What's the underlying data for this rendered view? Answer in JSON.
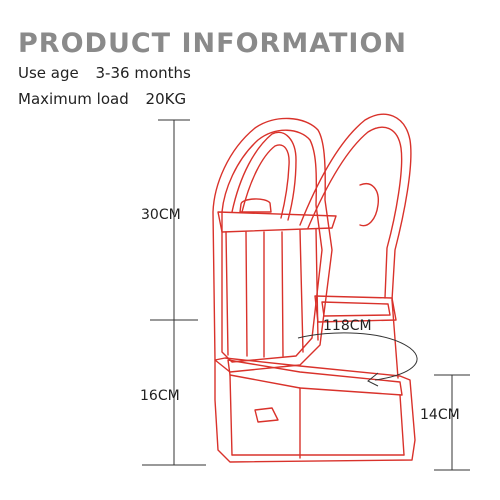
{
  "title": "PRODUCT INFORMATION",
  "specs": [
    {
      "label": "Use age",
      "value": "3-36 months"
    },
    {
      "label": "Maximum load",
      "value": "20KG"
    }
  ],
  "dimensions": {
    "height_upper": "30CM",
    "height_lower": "16CM",
    "waist": "118CM",
    "seat_depth": "14CM"
  },
  "colors": {
    "outline": "#d9322b",
    "dimension_line": "#333333",
    "title": "#8a8a8a"
  }
}
